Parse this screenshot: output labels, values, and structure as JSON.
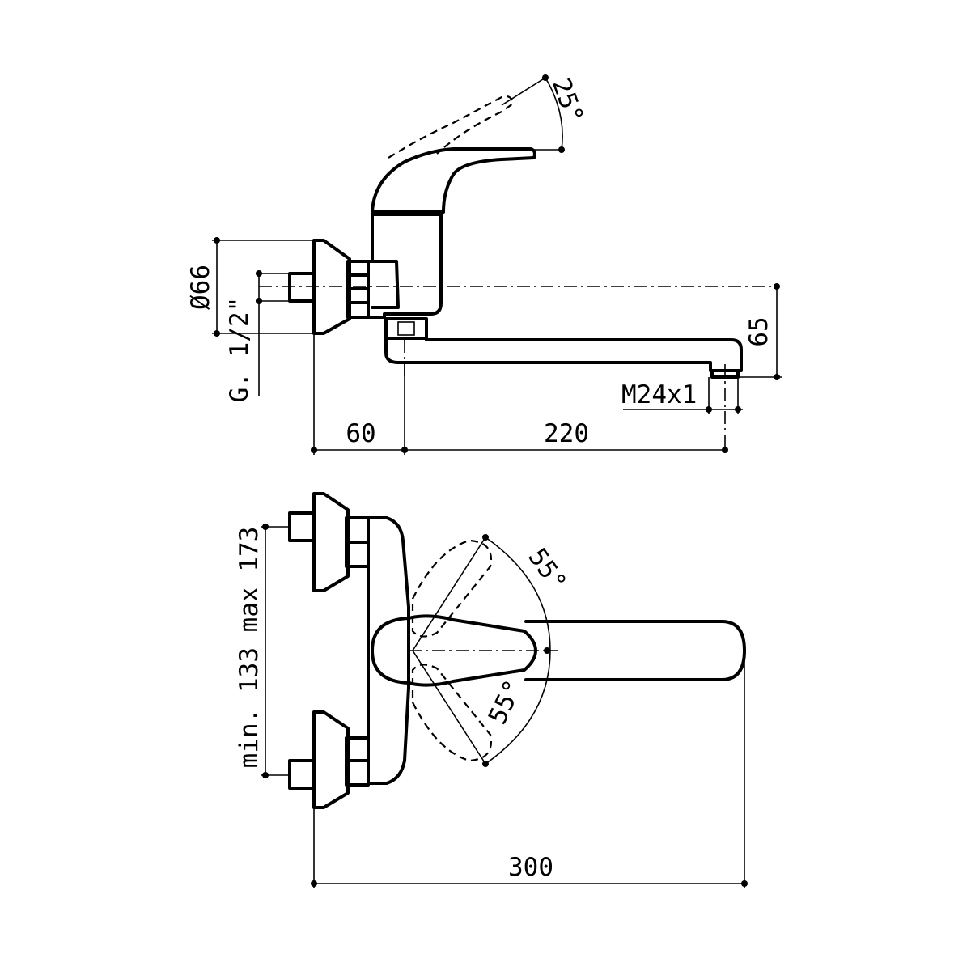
{
  "side_view": {
    "lever_angle": "25°",
    "rosette_diameter": "Ø66",
    "inlet_thread": "G. 1/2\"",
    "outlet_height": "65",
    "aerator_thread": "M24x1",
    "wall_to_spout_axis": "60",
    "spout_reach": "220"
  },
  "top_view": {
    "lever_angle_upper": "55°",
    "lever_angle_lower": "55°",
    "inlet_spacing": "min. 133 max 173",
    "overall_length": "300"
  }
}
